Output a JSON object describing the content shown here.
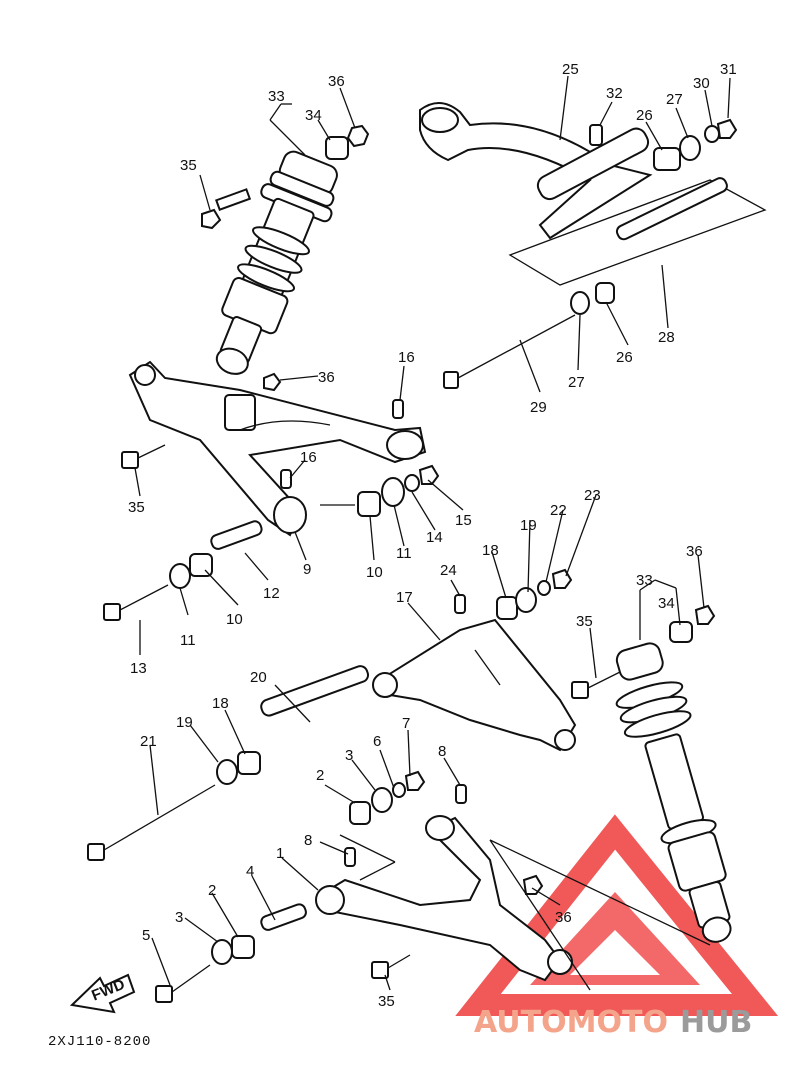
{
  "diagram_code": "2XJ110-8200",
  "fwd_label": "FWD",
  "brand": {
    "part1": "AUTOMOTO",
    "part2": "HUB",
    "color1": "#f4a48a",
    "color2": "#9b9b9b",
    "logo_color": "#ef3b3b"
  },
  "callouts": [
    {
      "id": "c33a",
      "text": "33"
    },
    {
      "id": "c34a",
      "text": "34"
    },
    {
      "id": "c36a",
      "text": "36"
    },
    {
      "id": "c35a",
      "text": "35"
    },
    {
      "id": "c25",
      "text": "25"
    },
    {
      "id": "c32",
      "text": "32"
    },
    {
      "id": "c27a",
      "text": "27"
    },
    {
      "id": "c30",
      "text": "30"
    },
    {
      "id": "c31",
      "text": "31"
    },
    {
      "id": "c26a",
      "text": "26"
    },
    {
      "id": "c16a",
      "text": "16"
    },
    {
      "id": "c36b",
      "text": "36"
    },
    {
      "id": "c28",
      "text": "28"
    },
    {
      "id": "c26b",
      "text": "26"
    },
    {
      "id": "c27b",
      "text": "27"
    },
    {
      "id": "c29",
      "text": "29"
    },
    {
      "id": "c35b",
      "text": "35"
    },
    {
      "id": "c16b",
      "text": "16"
    },
    {
      "id": "c15",
      "text": "15"
    },
    {
      "id": "c14",
      "text": "14"
    },
    {
      "id": "c11a",
      "text": "11"
    },
    {
      "id": "c10a",
      "text": "10"
    },
    {
      "id": "c9",
      "text": "9"
    },
    {
      "id": "c23",
      "text": "23"
    },
    {
      "id": "c22",
      "text": "22"
    },
    {
      "id": "c19a",
      "text": "19"
    },
    {
      "id": "c18a",
      "text": "18"
    },
    {
      "id": "c24",
      "text": "24"
    },
    {
      "id": "c36c",
      "text": "36"
    },
    {
      "id": "c33b",
      "text": "33"
    },
    {
      "id": "c34b",
      "text": "34"
    },
    {
      "id": "c12",
      "text": "12"
    },
    {
      "id": "c10b",
      "text": "10"
    },
    {
      "id": "c11b",
      "text": "11"
    },
    {
      "id": "c13",
      "text": "13"
    },
    {
      "id": "c17",
      "text": "17"
    },
    {
      "id": "c35c",
      "text": "35"
    },
    {
      "id": "c20",
      "text": "20"
    },
    {
      "id": "c18b",
      "text": "18"
    },
    {
      "id": "c19b",
      "text": "19"
    },
    {
      "id": "c21",
      "text": "21"
    },
    {
      "id": "c7",
      "text": "7"
    },
    {
      "id": "c6",
      "text": "6"
    },
    {
      "id": "c3a",
      "text": "3"
    },
    {
      "id": "c2a",
      "text": "2"
    },
    {
      "id": "c8a",
      "text": "8"
    },
    {
      "id": "c8b",
      "text": "8"
    },
    {
      "id": "c1",
      "text": "1"
    },
    {
      "id": "c4",
      "text": "4"
    },
    {
      "id": "c2b",
      "text": "2"
    },
    {
      "id": "c3b",
      "text": "3"
    },
    {
      "id": "c5",
      "text": "5"
    },
    {
      "id": "c36d",
      "text": "36"
    },
    {
      "id": "c35d",
      "text": "35"
    }
  ]
}
